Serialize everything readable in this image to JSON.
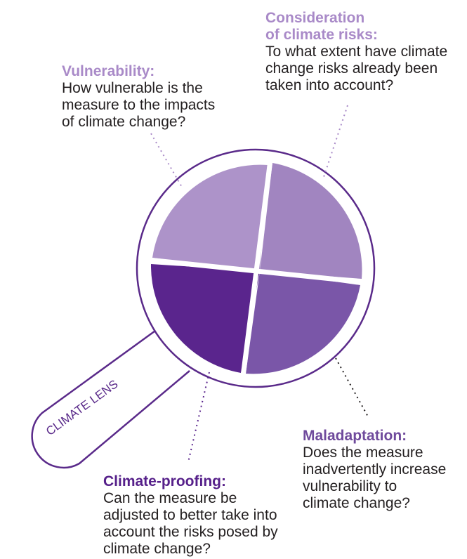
{
  "lens_label": "CLIMATE LENS",
  "quadrants": {
    "vulnerability": {
      "title": "Vulnerability:",
      "text": "How vulnerable is the\nmeasure to the impacts\nof climate change?",
      "color": "#ad93c9"
    },
    "consideration": {
      "title": "Consideration\nof climate risks:",
      "text": "To what extent have climate\nchange risks already been\ntaken into account?",
      "color": "#a185c0"
    },
    "maladaptation": {
      "title": "Maladaptation:",
      "text": "Does the measure\ninadvertently increase\nvulnerability to\nclimate change?",
      "color": "#7a56a8"
    },
    "climate_proofing": {
      "title": "Climate-proofing:",
      "text": "Can the measure be\nadjusted to better take into\naccount the risks posed by\nclimate change?",
      "color": "#5a258d"
    }
  },
  "colors": {
    "outline": "#5a2a8a",
    "consideration_title": "#a98ac8",
    "vulnerability_title": "#a98ac8",
    "maladaptation_title": "#6f4a9c",
    "proofing_title": "#56208a",
    "body_text": "#231f20",
    "connector_light": "#a98ac8",
    "connector_mid": "#7a56a8",
    "connector_dark": "#231f20"
  }
}
